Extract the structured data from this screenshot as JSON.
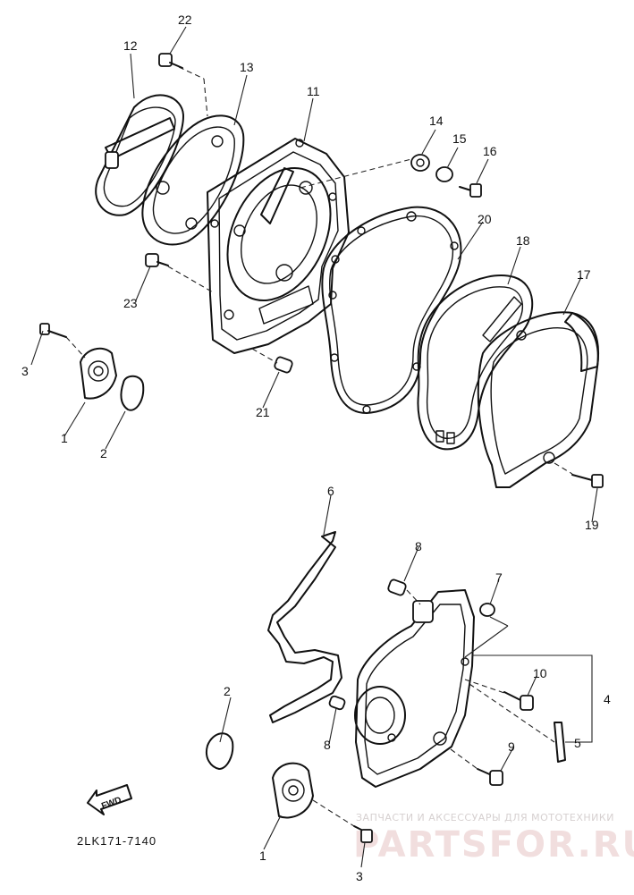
{
  "diagram": {
    "callouts": {
      "c22": "22",
      "c12": "12",
      "c13": "13",
      "c11": "11",
      "c14": "14",
      "c15": "15",
      "c16": "16",
      "c20": "20",
      "c18": "18",
      "c17": "17",
      "c23": "23",
      "c3a": "3",
      "c1a": "1",
      "c2a": "2",
      "c21": "21",
      "c19": "19",
      "c6": "6",
      "c8a": "8",
      "c7": "7",
      "c10": "10",
      "c4": "4",
      "c5": "5",
      "c9": "9",
      "c2b": "2",
      "c8b": "8",
      "c1b": "1",
      "c3b": "3"
    },
    "fwd_label": "FWD",
    "drawing_code": "2LK171-7140"
  },
  "watermark": {
    "tagline": "ЗАПЧАСТИ И АКСЕССУАРЫ ДЛЯ МОТОТЕХНИКИ",
    "brand": "PARTSFOR.RU"
  }
}
